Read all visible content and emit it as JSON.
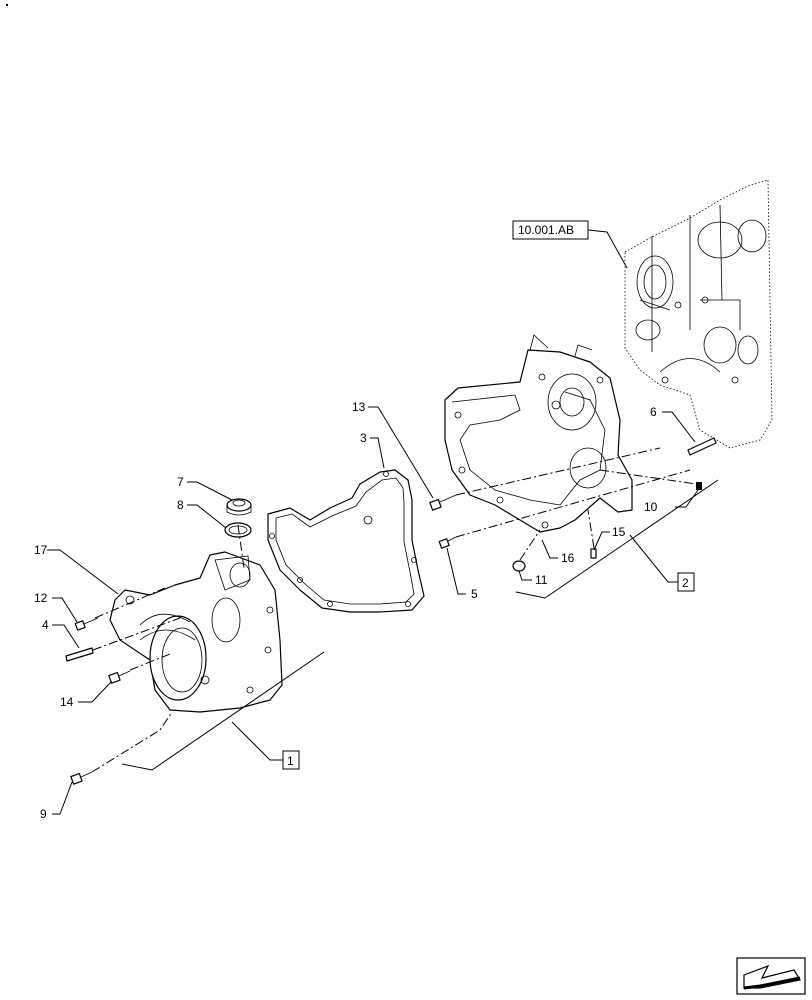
{
  "reference_label": "10.001.AB",
  "callouts": [
    {
      "id": "c1",
      "text": "1"
    },
    {
      "id": "c2",
      "text": "2"
    },
    {
      "id": "c3",
      "text": "3"
    },
    {
      "id": "c4",
      "text": "4"
    },
    {
      "id": "c5",
      "text": "5"
    },
    {
      "id": "c6",
      "text": "6"
    },
    {
      "id": "c7",
      "text": "7"
    },
    {
      "id": "c8",
      "text": "8"
    },
    {
      "id": "c9",
      "text": "9"
    },
    {
      "id": "c10",
      "text": "10"
    },
    {
      "id": "c11",
      "text": "11"
    },
    {
      "id": "c12",
      "text": "12"
    },
    {
      "id": "c13",
      "text": "13"
    },
    {
      "id": "c14",
      "text": "14"
    },
    {
      "id": "c15",
      "text": "15"
    },
    {
      "id": "c16",
      "text": "16"
    },
    {
      "id": "c17",
      "text": "17"
    }
  ],
  "icons": {
    "nav": "arrow-next-page-icon",
    "corner": "corner-dot-icon"
  }
}
